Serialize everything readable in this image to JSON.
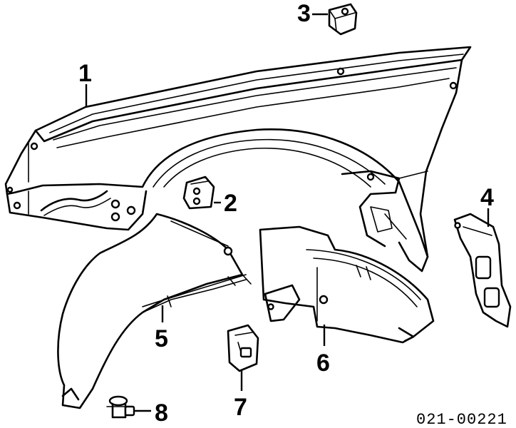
{
  "diagram": {
    "callouts": [
      {
        "id": "1",
        "label": "1"
      },
      {
        "id": "2",
        "label": "2"
      },
      {
        "id": "3",
        "label": "3"
      },
      {
        "id": "4",
        "label": "4"
      },
      {
        "id": "5",
        "label": "5"
      },
      {
        "id": "6",
        "label": "6"
      },
      {
        "id": "7",
        "label": "7"
      },
      {
        "id": "8",
        "label": "8"
      }
    ],
    "part_number": "021-00221"
  }
}
